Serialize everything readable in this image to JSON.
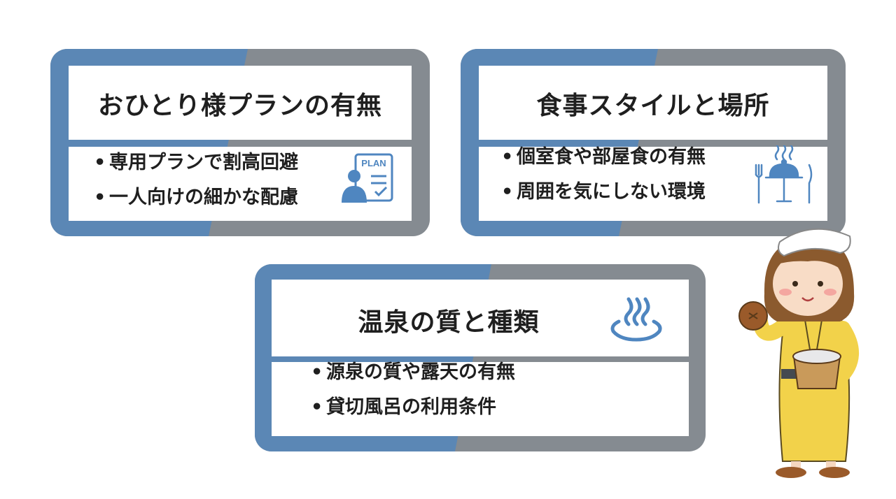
{
  "cards": [
    {
      "title": "おひとり様プランの有無",
      "items": [
        "専用プランで割高回避",
        "一人向けの細かな配慮"
      ],
      "icon": "plan-document-icon",
      "icon_label": "PLAN"
    },
    {
      "title": "食事スタイルと場所",
      "items": [
        "個室食や部屋食の有無",
        "周囲を気にしない環境"
      ],
      "icon": "dining-cloche-icon"
    },
    {
      "title": "温泉の質と種類",
      "items": [
        "源泉の質や露天の有無",
        "貸切風呂の利用条件"
      ],
      "icon": "hot-spring-icon"
    }
  ],
  "colors": {
    "frame_blue": "#5b87b5",
    "frame_gray": "#858b91",
    "icon_blue": "#4f86c0",
    "yukata": "#f2d24a",
    "hair": "#8b5a2e"
  },
  "illustration": "woman-in-yukata-with-towel-and-bucket"
}
